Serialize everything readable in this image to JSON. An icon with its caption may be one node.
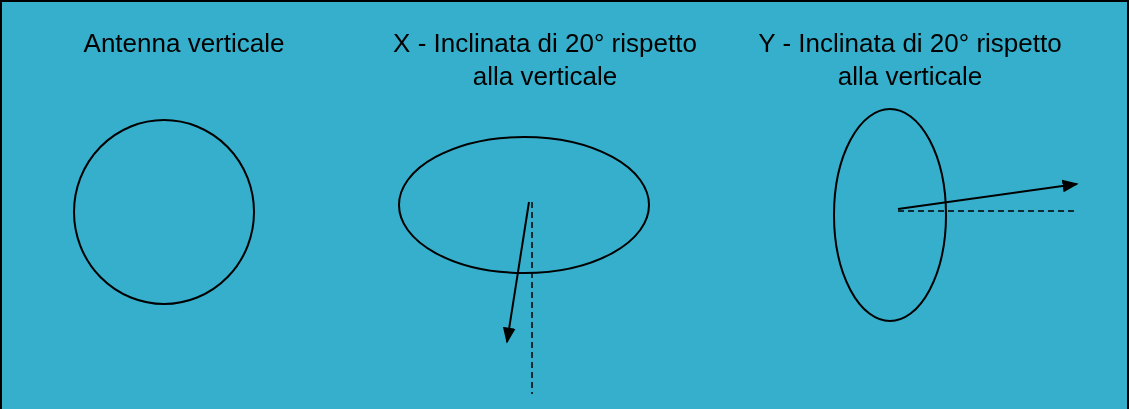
{
  "diagram": {
    "nodes": [
      {
        "text": [
          "Antenna verticale"
        ]
      },
      {
        "text": [
          "X - Inclinata di 20° rispetto alla verticale"
        ]
      },
      {
        "text": [
          "Y - Inclinata di 20° rispetto alla verticale"
        ]
      }
    ]
  }
}
